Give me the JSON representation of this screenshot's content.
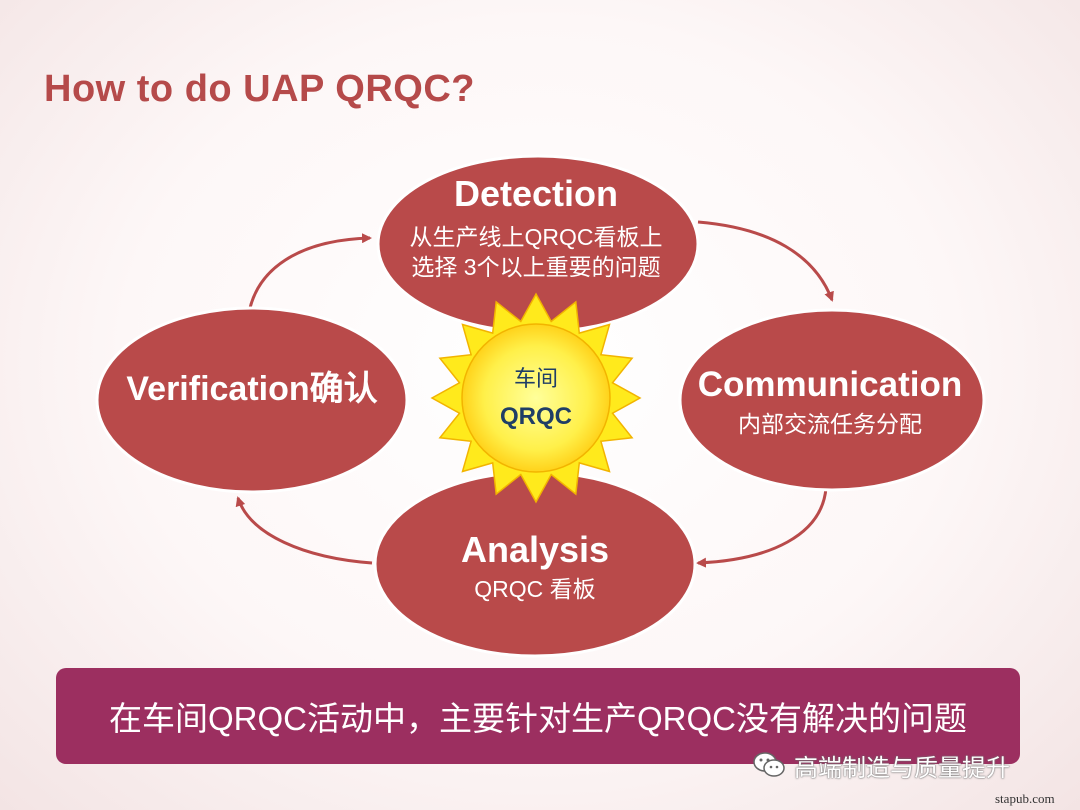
{
  "title": "How to do UAP QRQC?",
  "center": {
    "line1": "车间",
    "line2": "QRQC"
  },
  "nodes": {
    "detection": {
      "title": "Detection",
      "line1": "从生产线上QRQC看板上",
      "line2": "选择 3个以上重要的问题"
    },
    "communication": {
      "title": "Communication",
      "line1": "内部交流任务分配"
    },
    "analysis": {
      "title": "Analysis",
      "line1": "QRQC 看板"
    },
    "verification": {
      "title": "Verification确认"
    }
  },
  "banner": {
    "text": "在车间QRQC活动中，主要针对生产QRQC没有解决的问题"
  },
  "watermark": {
    "text": "高端制造与质量提升",
    "icon": "wechat-icon"
  },
  "footer": {
    "url": "stapub.com"
  },
  "colors": {
    "oval": "#b94a4a",
    "banner": "#9c2f60",
    "title": "#b54a4a",
    "sun": "#ffee2a",
    "sun_text": "#1f3e66"
  }
}
